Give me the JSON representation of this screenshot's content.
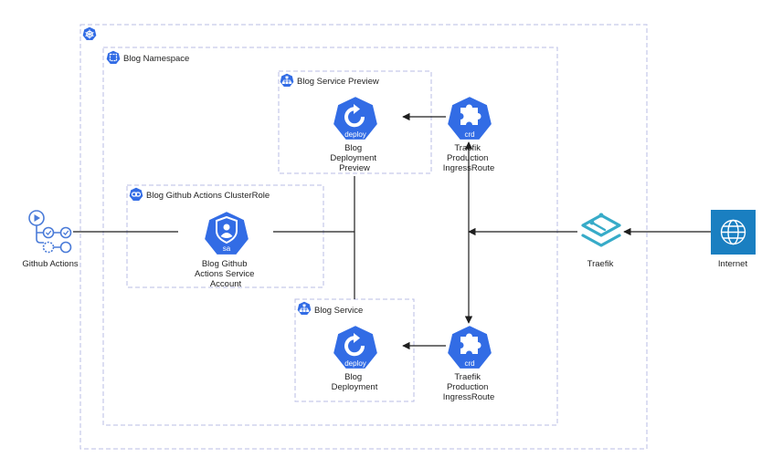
{
  "groups": {
    "namespace": "Blog Namespace",
    "preview": "Blog Service Preview",
    "clusterrole": "Blog Github Actions ClusterRole",
    "service": "Blog Service"
  },
  "nodes": {
    "github": {
      "label": "Github Actions"
    },
    "sa": {
      "label": [
        "Blog Github",
        "Actions Service",
        "Account"
      ],
      "badge": "sa"
    },
    "deploy_preview": {
      "label": [
        "Blog",
        "Deployment",
        "Preview"
      ],
      "badge": "deploy"
    },
    "crd_preview": {
      "label": [
        "Traefik",
        "Production",
        "IngressRoute"
      ],
      "badge": "crd"
    },
    "deploy": {
      "label": [
        "Blog",
        "Deployment"
      ],
      "badge": "deploy"
    },
    "crd": {
      "label": [
        "Traefik",
        "Production",
        "IngressRoute"
      ],
      "badge": "crd"
    },
    "traefik": {
      "label": "Traefik"
    },
    "internet": {
      "label": "Internet"
    }
  },
  "colors": {
    "k8s_blue": "#326ce5",
    "internet_blue": "#1a7fc1",
    "traefik_teal": "#37abc8",
    "border": "#b8bde6",
    "edge": "#1f1f1f"
  }
}
